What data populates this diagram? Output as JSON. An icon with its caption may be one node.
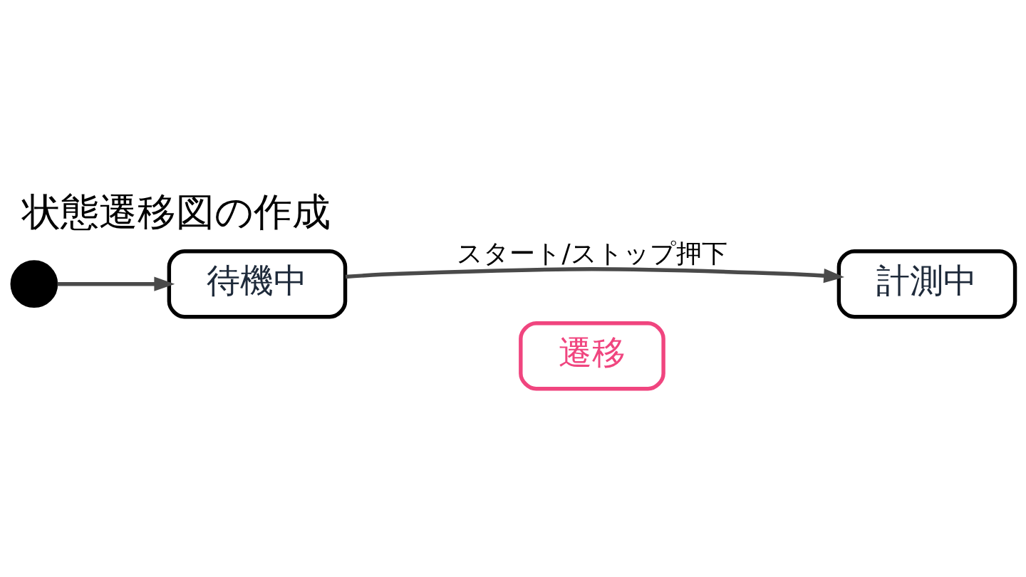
{
  "diagram": {
    "title": "状態遷移図の作成",
    "nodes": [
      {
        "text": [],
        "shape": "circle"
      },
      {
        "text": [
          "待機中"
        ]
      },
      {
        "text": [
          "計測中"
        ]
      },
      {
        "text": [
          "遷移"
        ]
      }
    ],
    "edges": [
      {
        "from": 0,
        "to": 1,
        "arrow": "to"
      },
      {
        "from": 1,
        "to": 2,
        "arrow": "to",
        "label": "スタート/ストップ押下"
      }
    ]
  }
}
